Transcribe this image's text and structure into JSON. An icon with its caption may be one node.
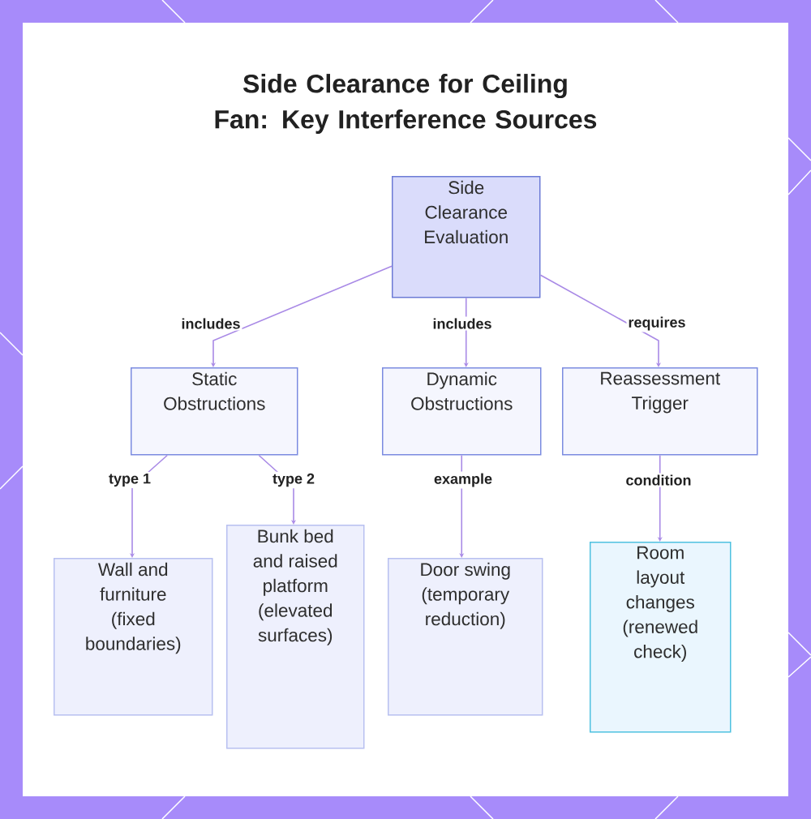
{
  "diagram": {
    "title": "Side Clearance for Ceiling Fan: Key Interference Sources",
    "nodes": [
      {
        "text": [
          "Side Clearance Evaluation"
        ]
      },
      {
        "text": [
          "Static Obstructions"
        ]
      },
      {
        "text": [
          "Dynamic Obstructions"
        ]
      },
      {
        "text": [
          "Reassessment Trigger"
        ]
      },
      {
        "text": [
          "Wall and furniture (fixed boundaries)"
        ]
      },
      {
        "text": [
          "Bunk bed and raised platform (elevated surfaces)"
        ]
      },
      {
        "text": [
          "Door swing (temporary reduction)"
        ]
      },
      {
        "text": [
          "Room layout changes (renewed check)"
        ]
      }
    ],
    "edges": [
      {
        "from": 0,
        "to": 1,
        "arrow": "to",
        "label": "includes"
      },
      {
        "from": 0,
        "to": 2,
        "arrow": "to",
        "label": "includes"
      },
      {
        "from": 0,
        "to": 3,
        "arrow": "to",
        "label": "requires"
      },
      {
        "from": 1,
        "to": 4,
        "arrow": "to",
        "label": "type 1"
      },
      {
        "from": 1,
        "to": 5,
        "arrow": "to",
        "label": "type 2"
      },
      {
        "from": 2,
        "to": 6,
        "arrow": "to",
        "label": "example"
      },
      {
        "from": 3,
        "to": 7,
        "arrow": "to",
        "label": "condition"
      }
    ]
  }
}
